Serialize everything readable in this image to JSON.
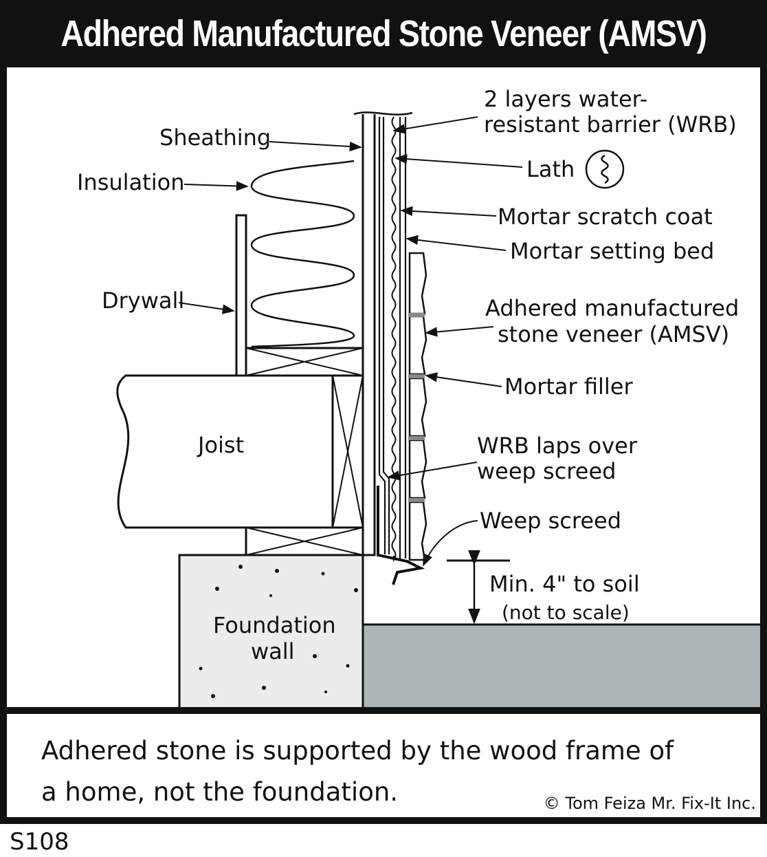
{
  "title": "Adhered Manufactured Stone Veneer (AMSV)",
  "labels": {
    "sheathing": "Sheathing",
    "insulation": "Insulation",
    "drywall": "Drywall",
    "joist": "Joist",
    "foundation_line1": "Foundation",
    "foundation_line2": "wall",
    "wrb_line1": "2 layers water-",
    "wrb_line2": "resistant barrier (WRB)",
    "lath": "Lath",
    "scratch_coat": "Mortar scratch coat",
    "setting_bed": "Mortar setting bed",
    "amsv_line1": "Adhered manufactured",
    "amsv_line2": "stone veneer (AMSV)",
    "mortar_filler": "Mortar filler",
    "wrb_laps_line1": "WRB laps over",
    "wrb_laps_line2": "weep screed",
    "weep_screed": "Weep screed",
    "min_line1": "Min. 4\" to soil",
    "min_line2": "(not to scale)"
  },
  "caption": {
    "line1": "Adhered stone is supported by the wood frame of",
    "line2": "a home, not the foundation."
  },
  "copyright": "© Tom Feiza Mr. Fix-It Inc.",
  "figure_id": "S108",
  "colors": {
    "soil": "#aab6b8",
    "ink": "#111111",
    "background": "#ffffff"
  }
}
